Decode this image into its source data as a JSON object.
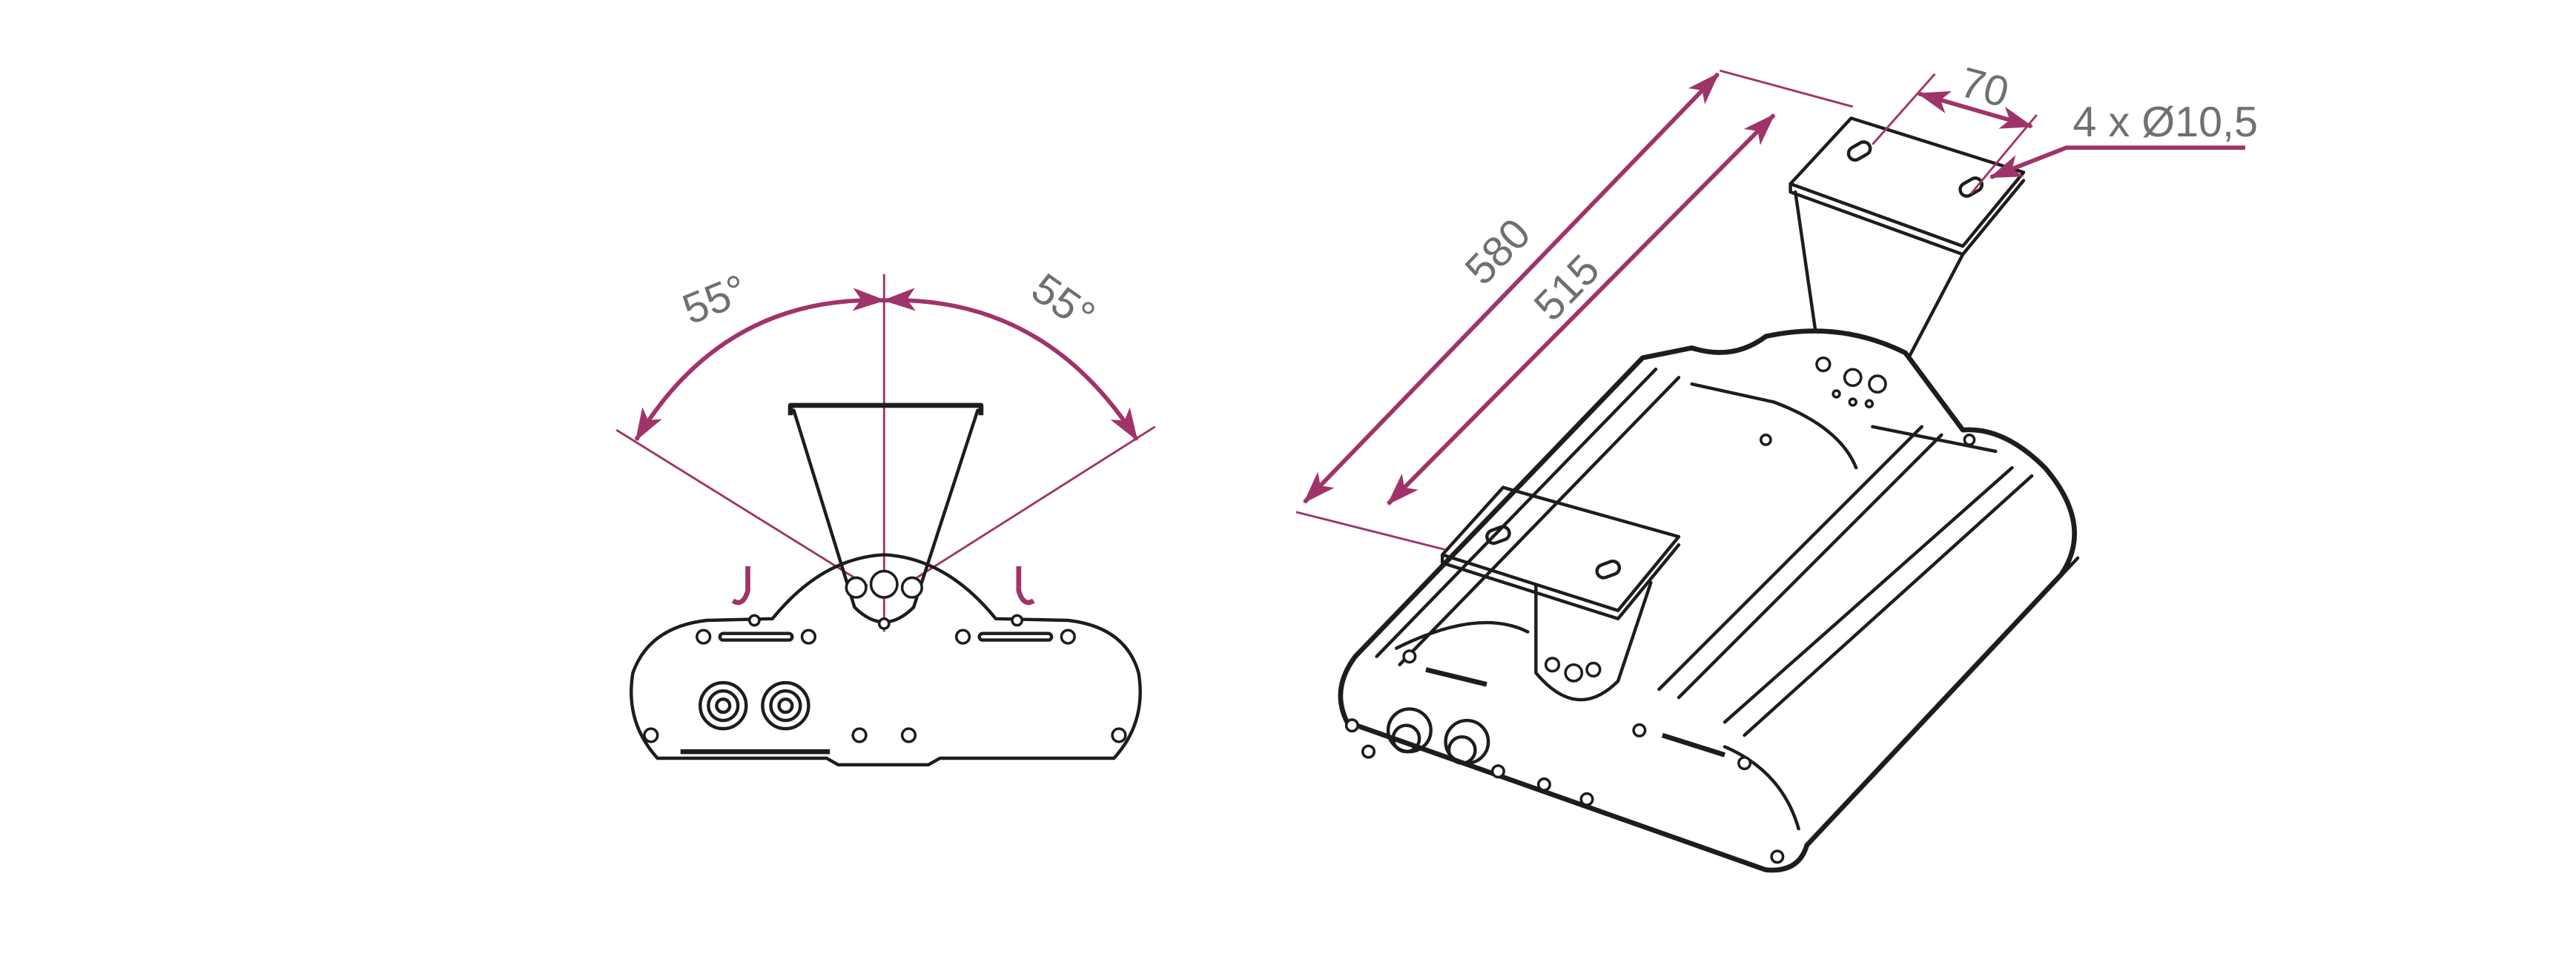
{
  "colors": {
    "dimension": "#a0336a",
    "text": "#707070",
    "ink": "#1d1d1b"
  },
  "front_view": {
    "angle_left": "55°",
    "angle_right": "55°"
  },
  "iso_view": {
    "length_overall": "580",
    "length_mount": "515",
    "bracket_width": "70",
    "holes": "4 x Ø10,5"
  }
}
